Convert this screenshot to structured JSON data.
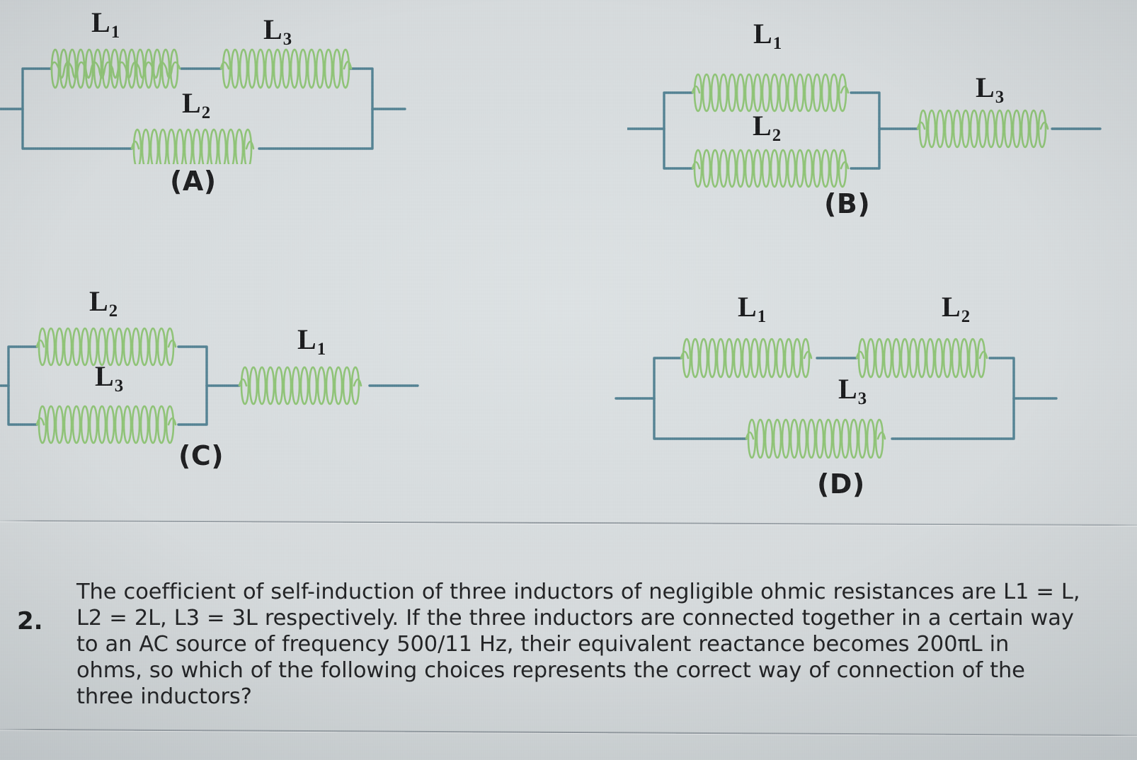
{
  "page": {
    "background_color": "#d7dcde",
    "wire_color": "#4e7e90",
    "coil_color": "#8cc273",
    "text_color": "#17181a"
  },
  "options": [
    {
      "id": "A",
      "label": "(A)",
      "description": "L1 and L3 in series on top branch, in parallel with L2 on bottom branch",
      "coils": [
        {
          "name": "L1",
          "base": "L",
          "sub": "1",
          "branch": "top",
          "order": 1
        },
        {
          "name": "L3",
          "base": "L",
          "sub": "3",
          "branch": "top",
          "order": 2
        },
        {
          "name": "L2",
          "base": "L",
          "sub": "2",
          "branch": "bottom",
          "order": 1
        }
      ]
    },
    {
      "id": "B",
      "label": "(B)",
      "description": "L1 parallel with L2, that combination in series with L3",
      "coils": [
        {
          "name": "L1",
          "base": "L",
          "sub": "1",
          "branch": "top",
          "order": 1
        },
        {
          "name": "L2",
          "base": "L",
          "sub": "2",
          "branch": "bottom",
          "order": 1
        },
        {
          "name": "L3",
          "base": "L",
          "sub": "3",
          "branch": "series",
          "order": 1
        }
      ]
    },
    {
      "id": "C",
      "label": "(C)",
      "description": "L2 parallel with L3, that combination in series with L1",
      "coils": [
        {
          "name": "L2",
          "base": "L",
          "sub": "2",
          "branch": "top",
          "order": 1
        },
        {
          "name": "L3",
          "base": "L",
          "sub": "3",
          "branch": "bottom",
          "order": 1
        },
        {
          "name": "L1",
          "base": "L",
          "sub": "1",
          "branch": "series",
          "order": 1
        }
      ]
    },
    {
      "id": "D",
      "label": "(D)",
      "description": "L1 and L2 in series on top branch, in parallel with L3 on bottom branch",
      "coils": [
        {
          "name": "L1",
          "base": "L",
          "sub": "1",
          "branch": "top",
          "order": 1
        },
        {
          "name": "L2",
          "base": "L",
          "sub": "2",
          "branch": "top",
          "order": 2
        },
        {
          "name": "L3",
          "base": "L",
          "sub": "3",
          "branch": "bottom",
          "order": 1
        }
      ]
    }
  ],
  "question": {
    "number": "2.",
    "text": "The coefficient of self-induction of three inductors of negligible ohmic resistances are L1 = L, L2 = 2L, L3 = 3L respectively. If the three inductors are connected together in a certain way to an AC source of frequency 500/11 Hz, their equivalent reactance becomes 200πL in ohms, so which of the following choices represents the correct way of connection of the three inductors?",
    "given": {
      "L1": "L",
      "L2": "2L",
      "L3": "3L",
      "frequency": "500/11 Hz",
      "equivalent_reactance": "200πL in ohms"
    }
  }
}
